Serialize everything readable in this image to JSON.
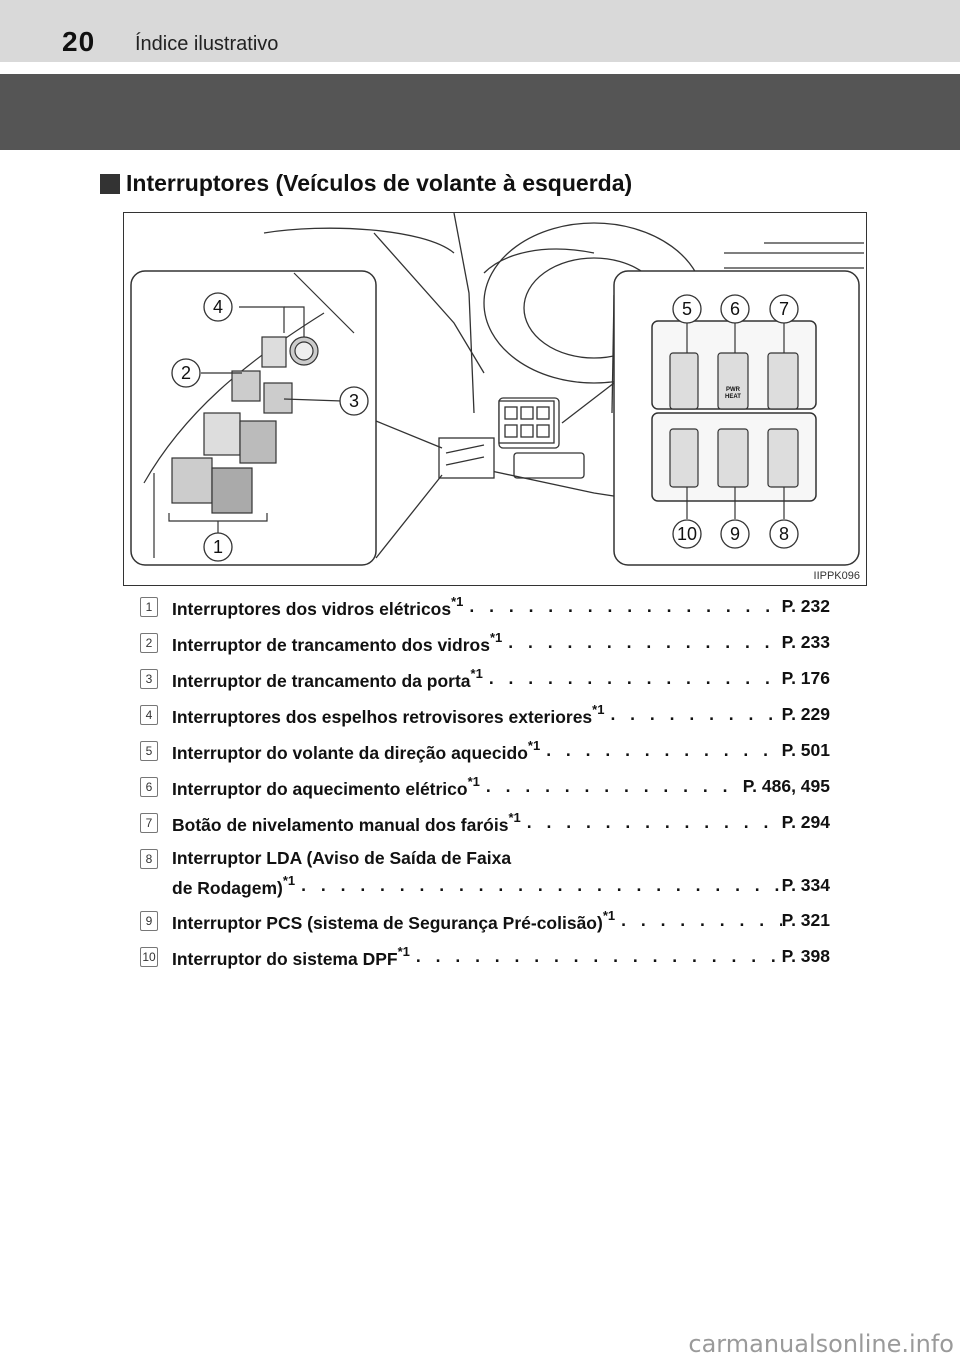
{
  "header": {
    "page_number": "20",
    "section_title": "Índice ilustrativo"
  },
  "heading": "Interruptores (Veículos de volante à esquerda)",
  "figure": {
    "code": "IIPPK096",
    "callouts": [
      "1",
      "2",
      "3",
      "4",
      "5",
      "6",
      "7",
      "8",
      "9",
      "10"
    ],
    "button_text": [
      "PWR",
      "HEAT"
    ]
  },
  "items": [
    {
      "num": "1",
      "label": "Interruptores dos vidros elétricos",
      "sup": "*1",
      "page": "P. 232"
    },
    {
      "num": "2",
      "label": "Interruptor de trancamento dos vidros",
      "sup": "*1",
      "page": "P. 233"
    },
    {
      "num": "3",
      "label": "Interruptor de trancamento da porta",
      "sup": "*1",
      "page": "P. 176"
    },
    {
      "num": "4",
      "label": "Interruptores dos espelhos retrovisores exteriores",
      "sup": "*1",
      "page": "P. 229"
    },
    {
      "num": "5",
      "label": "Interruptor do volante da direção aquecido",
      "sup": "*1",
      "page": "P. 501"
    },
    {
      "num": "6",
      "label": "Interruptor do aquecimento elétrico",
      "sup": "*1",
      "page": "P. 486, 495"
    },
    {
      "num": "7",
      "label": "Botão de nivelamento manual dos faróis",
      "sup": "*1",
      "page": "P. 294"
    },
    {
      "num": "8",
      "label": "Interruptor LDA (Aviso de Saída de Faixa",
      "label2": "de Rodagem)",
      "sup": "*1",
      "page": "P. 334"
    },
    {
      "num": "9",
      "label": "Interruptor PCS (sistema de Segurança Pré-colisão)",
      "sup": "*1",
      "page": "P. 321"
    },
    {
      "num": "10",
      "label": "Interruptor do sistema DPF",
      "sup": "*1",
      "page": "P. 398"
    }
  ],
  "watermark": "carmanualsonline.info"
}
